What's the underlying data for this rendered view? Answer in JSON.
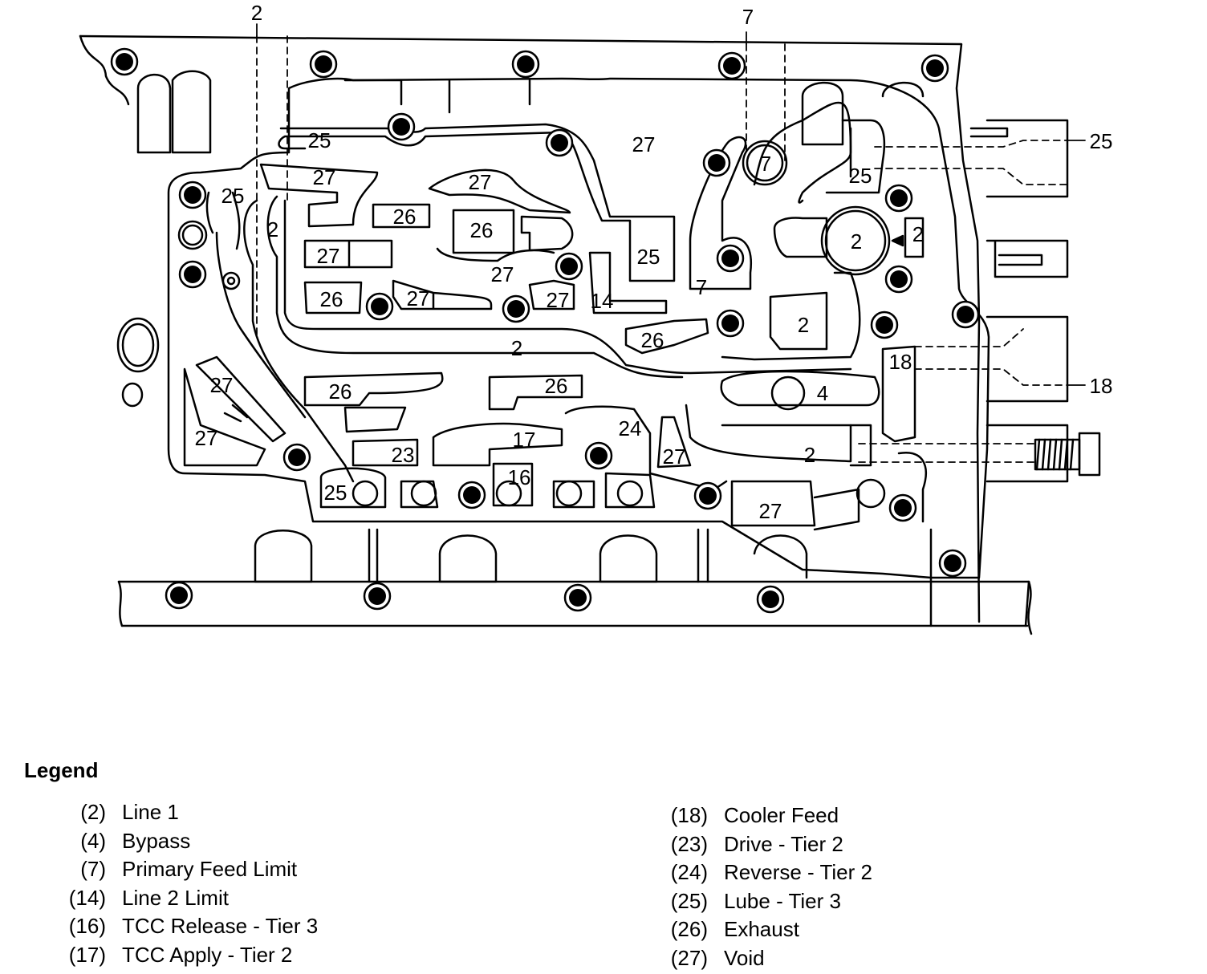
{
  "diagram": {
    "callouts": {
      "top_left": "2",
      "top_right": "7",
      "right_upper": "25",
      "right_lower": "18"
    },
    "passage_labels": [
      "25",
      "27",
      "27",
      "27",
      "25",
      "2",
      "26",
      "26",
      "27",
      "27",
      "26",
      "27",
      "27",
      "14",
      "25",
      "7",
      "7",
      "2",
      "2",
      "25",
      "2",
      "26",
      "2",
      "18",
      "27",
      "26",
      "26",
      "4",
      "27",
      "17",
      "24",
      "23",
      "27",
      "2",
      "16",
      "25",
      "27"
    ]
  },
  "legend": {
    "title": "Legend",
    "left": [
      {
        "code": "(2)",
        "desc": "Line 1"
      },
      {
        "code": "(4)",
        "desc": "Bypass"
      },
      {
        "code": "(7)",
        "desc": "Primary Feed Limit"
      },
      {
        "code": "(14)",
        "desc": "Line 2 Limit"
      },
      {
        "code": "(16)",
        "desc": "TCC Release - Tier 3"
      },
      {
        "code": "(17)",
        "desc": "TCC Apply - Tier 2"
      }
    ],
    "right": [
      {
        "code": "(18)",
        "desc": "Cooler Feed"
      },
      {
        "code": "(23)",
        "desc": "Drive - Tier 2"
      },
      {
        "code": "(24)",
        "desc": "Reverse - Tier 2"
      },
      {
        "code": "(25)",
        "desc": "Lube - Tier 3"
      },
      {
        "code": "(26)",
        "desc": "Exhaust"
      },
      {
        "code": "(27)",
        "desc": "Void"
      }
    ]
  }
}
